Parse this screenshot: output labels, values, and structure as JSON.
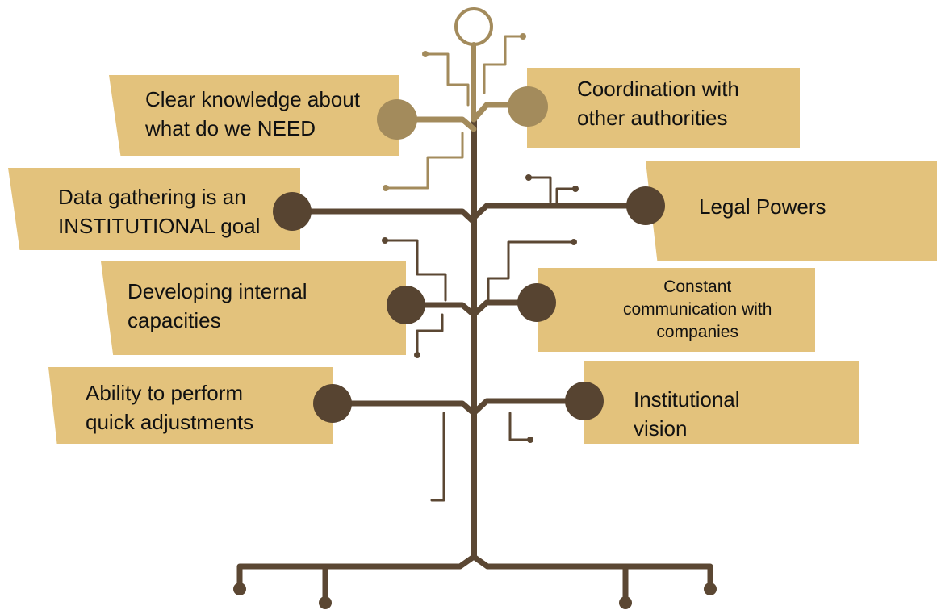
{
  "diagram": {
    "colors": {
      "box_fill": "#e3c27c",
      "trunk": "#5b4733",
      "top_circle": "#a38b5c",
      "node_dark": "#574431",
      "node_light": "#a38b5c"
    },
    "branches": {
      "left": [
        {
          "label_line1": "Clear knowledge about",
          "label_line2": "what do we NEED"
        },
        {
          "label_line1": "Data gathering is an",
          "label_line2": "INSTITUTIONAL goal"
        },
        {
          "label_line1": "Developing internal",
          "label_line2": "capacities"
        },
        {
          "label_line1": "Ability to perform",
          "label_line2": "quick adjustments"
        }
      ],
      "right": [
        {
          "label_line1": "Coordination with",
          "label_line2": "other authorities"
        },
        {
          "label_line1": "Legal Powers"
        },
        {
          "label_line1": "Constant",
          "label_line2": "communication with",
          "label_line3": "companies"
        },
        {
          "label_line1": "Institutional",
          "label_line2": "vision"
        }
      ]
    }
  }
}
